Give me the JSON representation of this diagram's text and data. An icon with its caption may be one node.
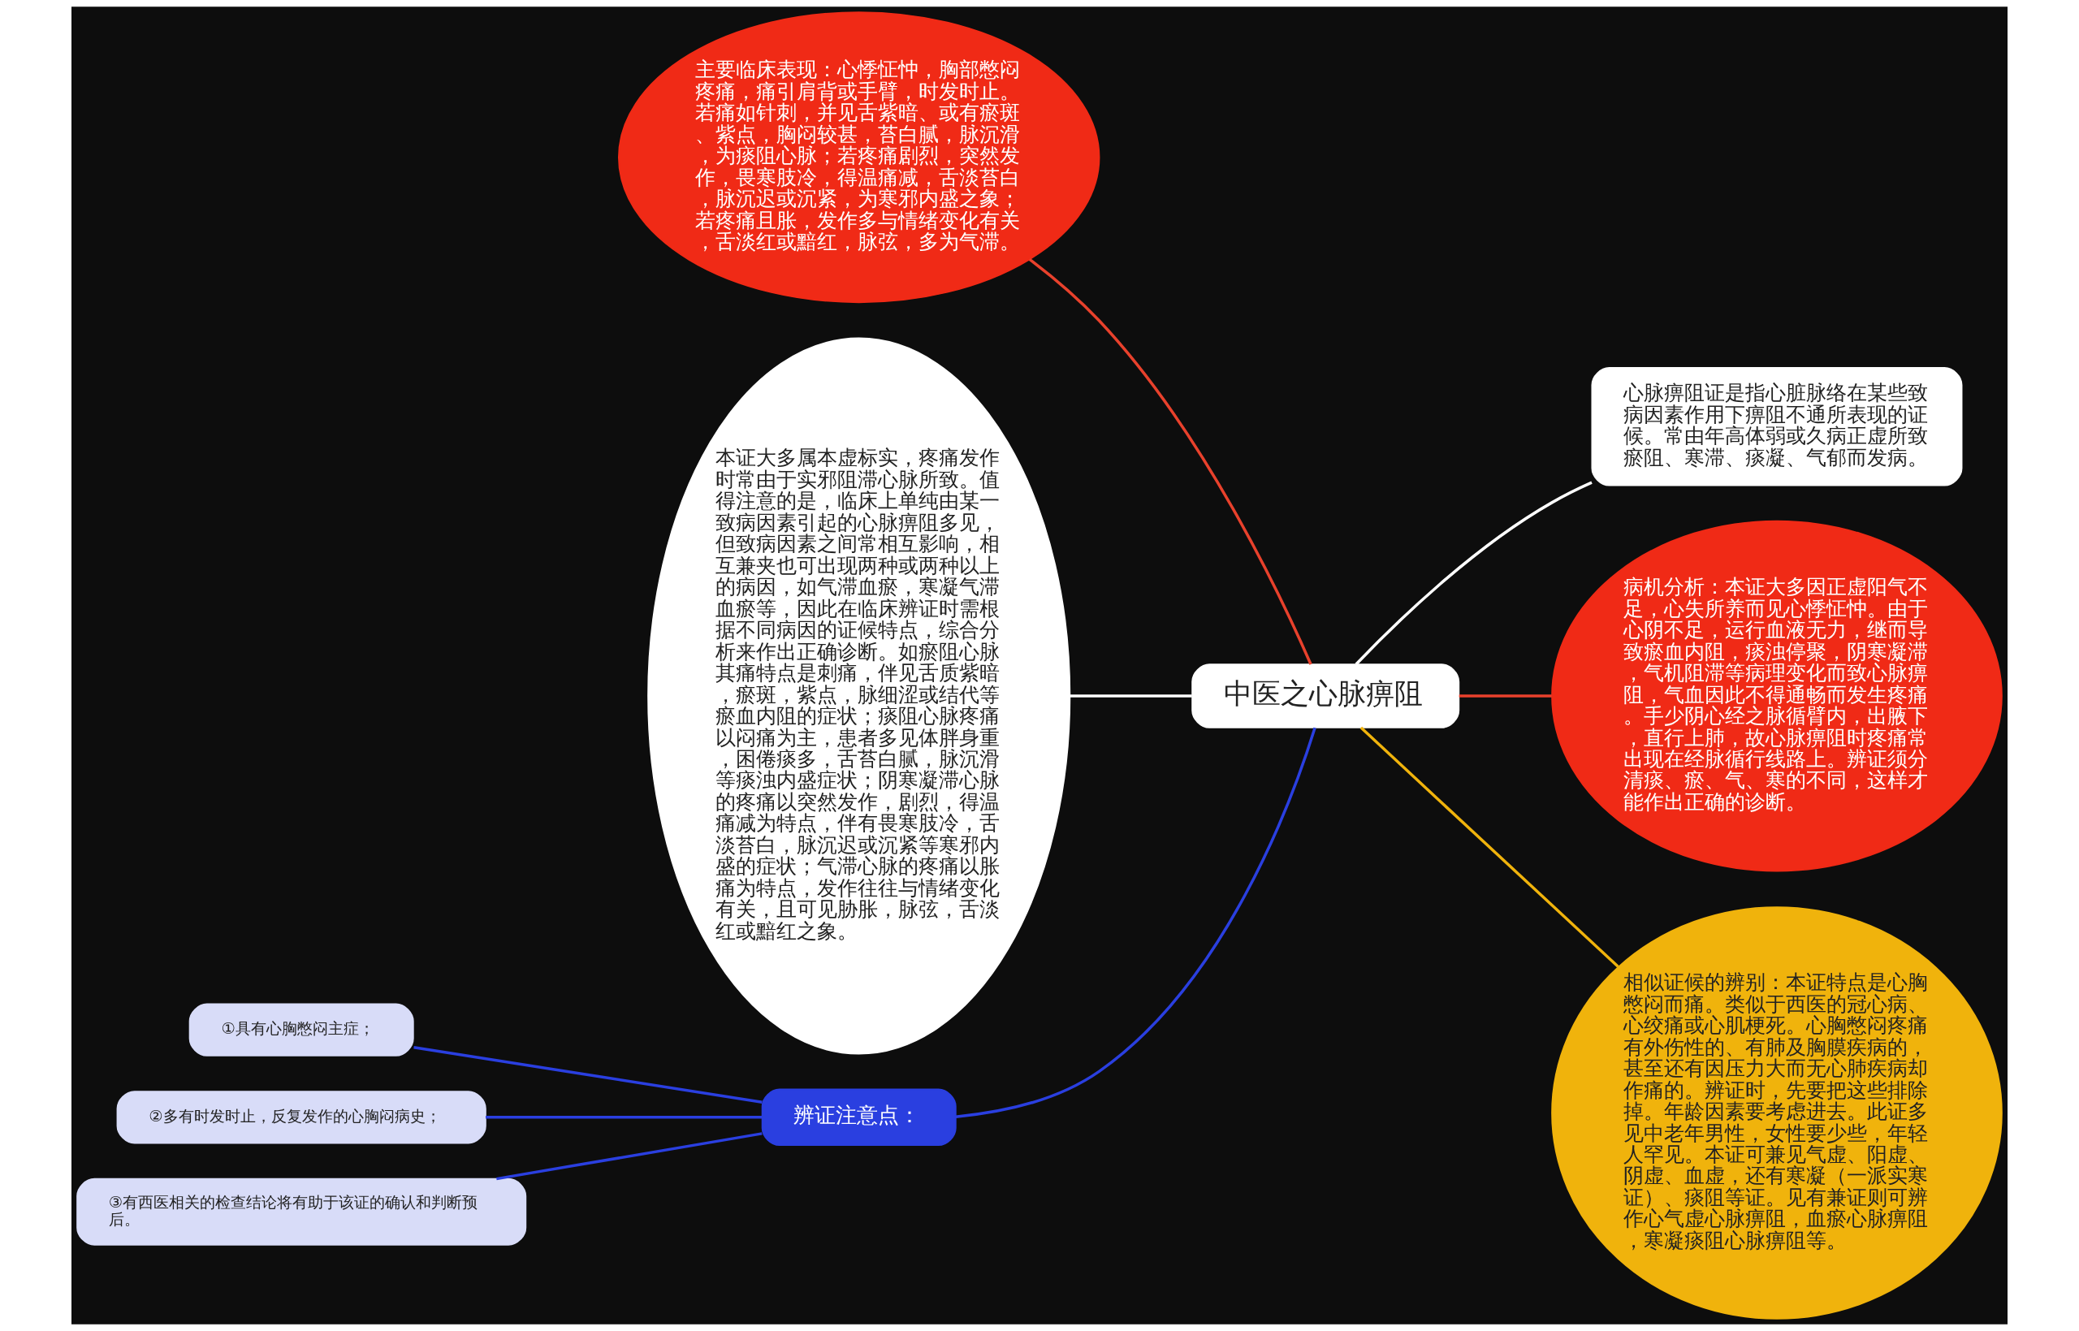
{
  "diagram": {
    "nodes": [
      {
        "text": [
          "中医之心脉痹阻"
        ]
      },
      {
        "text": [
          "主要临床表现：心悸怔忡，胸部憋闷疼痛，痛引肩背或手臂，时发时止。若痛如针刺，并见舌紫暗、或有瘀斑、紫点，胸闷较甚，苔白腻，脉沉滑，为痰阻心脉；若疼痛剧烈，突然发作，畏寒肢冷，得温痛减，舌淡苔白，脉沉迟或沉紧，为寒邪内盛之象；若疼痛且胀，发作多与情绪变化有关，舌淡红或黯红，脉弦，多为气滞。"
        ]
      },
      {
        "text": [
          "本证大多属本虚标实，疼痛发作时常由于实邪阻滞心脉所致。值得注意的是，临床上单纯由某一致病因素引起的心脉痹阻多见，但致病因素之间常相互影响，相互兼夹也可出现两种或两种以上的病因，如气滞血瘀，寒凝气滞血瘀等，因此在临床辨证时需根据不同病因的证候特点，综合分析来作出正确诊断。如瘀阻心脉其痛特点是刺痛，伴见舌质紫暗，瘀斑，紫点，脉细涩或结代等瘀血内阻的症状；痰阻心脉疼痛以闷痛为主，患者多见体胖身重，困倦痰多，舌苔白腻，脉沉滑等痰浊内盛症状；阴寒凝滞心脉的疼痛以突然发作，剧烈，得温痛减为特点，伴有畏寒肢冷，舌淡苔白，脉沉迟或沉紧等寒邪内盛的症状；气滞心脉的疼痛以胀痛为特点，发作往往与情绪变化有关，且可见胁胀，脉弦，舌淡红或黯红之象。"
        ]
      },
      {
        "text": [
          "辨证注意点："
        ]
      },
      {
        "text": [
          "①具有心胸憋闷主症；"
        ]
      },
      {
        "text": [
          "②多有时发时止，反复发作的心胸闷病史；"
        ]
      },
      {
        "text": [
          "③有西医相关的检查结论将有助于该证的确认和判断预后。"
        ]
      },
      {
        "text": [
          "心脉痹阻证是指心脏脉络在某些致病因素作用下痹阻不通所表现的证候。常由年高体弱或久病正虚所致瘀阻、寒滞、痰凝、气郁而发病。"
        ]
      },
      {
        "text": [
          "病机分析：本证大多因正虚阳气不足，心失所养而见心悸怔忡。由于心阴不足，运行血液无力，继而导致瘀血内阻，痰浊停聚，阴寒凝滞，气机阻滞等病理变化而致心脉痹阻，气血因此不得通畅而发生疼痛。手少阴心经之脉循臂内，出腋下，直行上肺，故心脉痹阻时疼痛常出现在经脉循行线路上。辨证须分清痰、瘀、气、寒的不同，这样才能作出正确的诊断。"
        ]
      },
      {
        "text": [
          "相似证候的辨别：本证特点是心胸憋闷而痛。类似于西医的冠心病、心绞痛或心肌梗死。心胸憋闷疼痛有外伤性的、有肺及胸膜疾病的，甚至还有因压力大而无心肺疾病却作痛的。辨证时，先要把这些排除掉。年龄因素要考虑进去。此证多见中老年男性，女性要少些，年轻人罕见。本证可兼见气虚、阳虚、阴虚、血虚，还有寒凝（一派实寒证）、痰阻等证。见有兼证则可辨作心气虚心脉痹阻，血瘀心脉痹阻，寒凝痰阻心脉痹阻等。"
        ]
      }
    ],
    "edges": [
      {
        "from": 0,
        "to": 1,
        "arrow": "none",
        "color": "#e8412c"
      },
      {
        "from": 0,
        "to": 2,
        "arrow": "none",
        "color": "#ffffff"
      },
      {
        "from": 0,
        "to": 3,
        "arrow": "none"
      },
      {
        "from": 3,
        "to": 4,
        "arrow": "none"
      },
      {
        "from": 3,
        "to": 5,
        "arrow": "none"
      },
      {
        "from": 3,
        "to": 6,
        "arrow": "none"
      },
      {
        "from": 0,
        "to": 7,
        "arrow": "none",
        "color": "#ffffff"
      },
      {
        "from": 0,
        "to": 8,
        "arrow": "none",
        "color": "#e8412c"
      },
      {
        "from": 0,
        "to": 9,
        "arrow": "none",
        "color": "#f0b30c"
      }
    ]
  }
}
